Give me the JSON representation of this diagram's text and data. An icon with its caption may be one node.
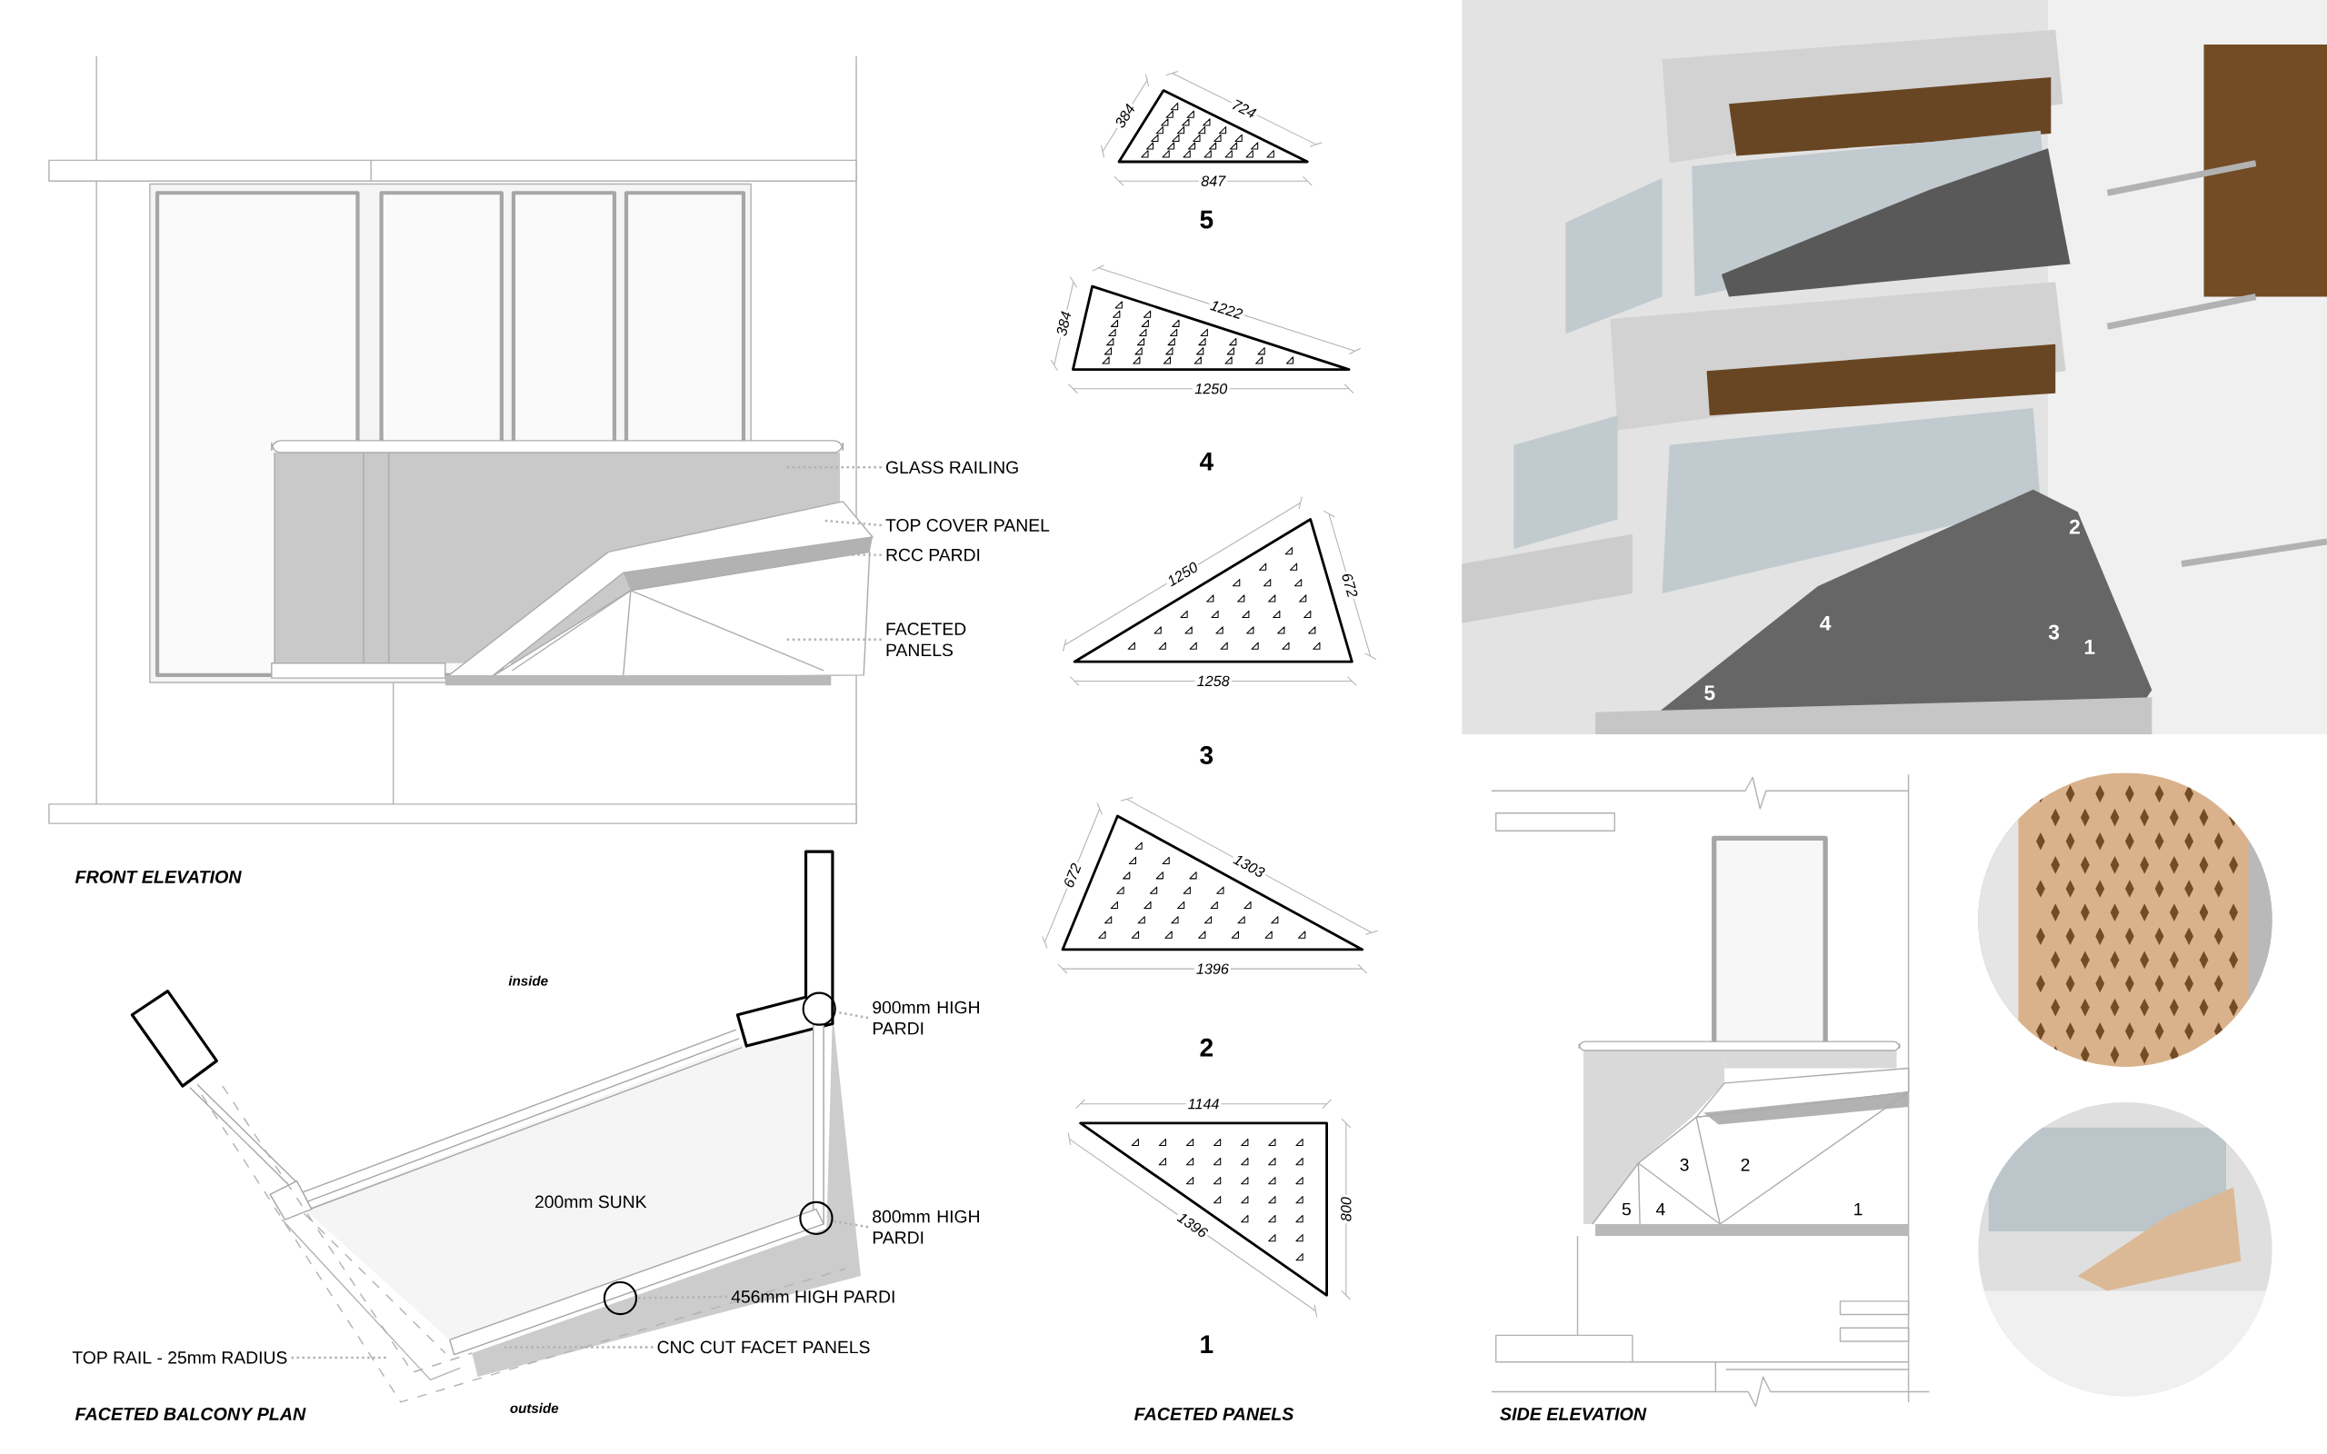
{
  "diagram": {
    "nodes": [
      {
        "text": [
          "GLASS RAILING"
        ]
      },
      {
        "text": [
          "TOP COVER PANEL"
        ]
      },
      {
        "text": [
          "RCC PARDI"
        ]
      },
      {
        "text": [
          "FACETED PANELS"
        ]
      },
      {
        "text": [
          "900mm HIGH PARDI"
        ]
      },
      {
        "text": [
          "800mm HIGH PARDI"
        ]
      },
      {
        "text": [
          "456mm HIGH PARDI"
        ]
      },
      {
        "text": [
          "TOP RAIL - 25mm RADIUS"
        ]
      },
      {
        "text": [
          "CNC CUT FACET PANELS"
        ]
      },
      {
        "text": [],
        "shape": "circle"
      },
      {
        "text": [],
        "shape": "circle"
      },
      {
        "text": [],
        "shape": "circle"
      }
    ],
    "edges": [
      {
        "from": 0,
        "to": null,
        "arrow": "none"
      },
      {
        "from": 1,
        "to": null,
        "arrow": "none"
      },
      {
        "from": 2,
        "to": null,
        "arrow": "none"
      },
      {
        "from": 3,
        "to": null,
        "arrow": "none"
      },
      {
        "from": 4,
        "to": 9,
        "arrow": "none"
      },
      {
        "from": 5,
        "to": 10,
        "arrow": "none"
      },
      {
        "from": 6,
        "to": 11,
        "arrow": "none"
      },
      {
        "from": 7,
        "to": null,
        "arrow": "none"
      },
      {
        "from": 8,
        "to": null,
        "arrow": "none"
      }
    ],
    "labels": [
      "FRONT ELEVATION",
      "inside",
      "200mm SUNK",
      "outside",
      "FACETED BALCONY PLAN",
      "384",
      "724",
      "847",
      "5",
      "384",
      "1222",
      "1250",
      "4",
      "1250",
      "672",
      "1258",
      "3",
      "672",
      "1303",
      "1396",
      "2",
      "1144",
      "800",
      "1396",
      "1",
      "FACETED PANELS",
      "2",
      "4",
      "3",
      "1",
      "5",
      "3",
      "2",
      "5",
      "4",
      "1",
      "SIDE ELEVATION"
    ]
  }
}
